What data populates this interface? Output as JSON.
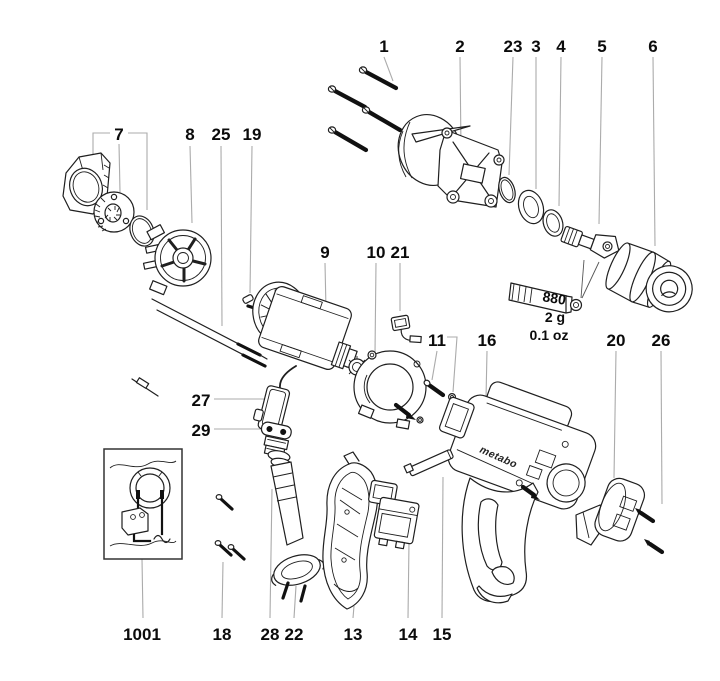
{
  "labels": {
    "p1": "1",
    "p2": "2",
    "p3": "3",
    "p4": "4",
    "p5": "5",
    "p6": "6",
    "p7": "7",
    "p8": "8",
    "p9": "9",
    "p10": "10",
    "p11": "11",
    "p13": "13",
    "p14": "14",
    "p15": "15",
    "p16": "16",
    "p18": "18",
    "p19": "19",
    "p20": "20",
    "p21": "21",
    "p22": "22",
    "p23": "23",
    "p25": "25",
    "p26": "26",
    "p27": "27",
    "p28": "28",
    "p29": "29",
    "p1001": "1001"
  },
  "grease_tube": {
    "code": "880",
    "weight_grams": "2 g",
    "weight_ounces": "0.1 oz"
  },
  "brand_logo": "metabo"
}
